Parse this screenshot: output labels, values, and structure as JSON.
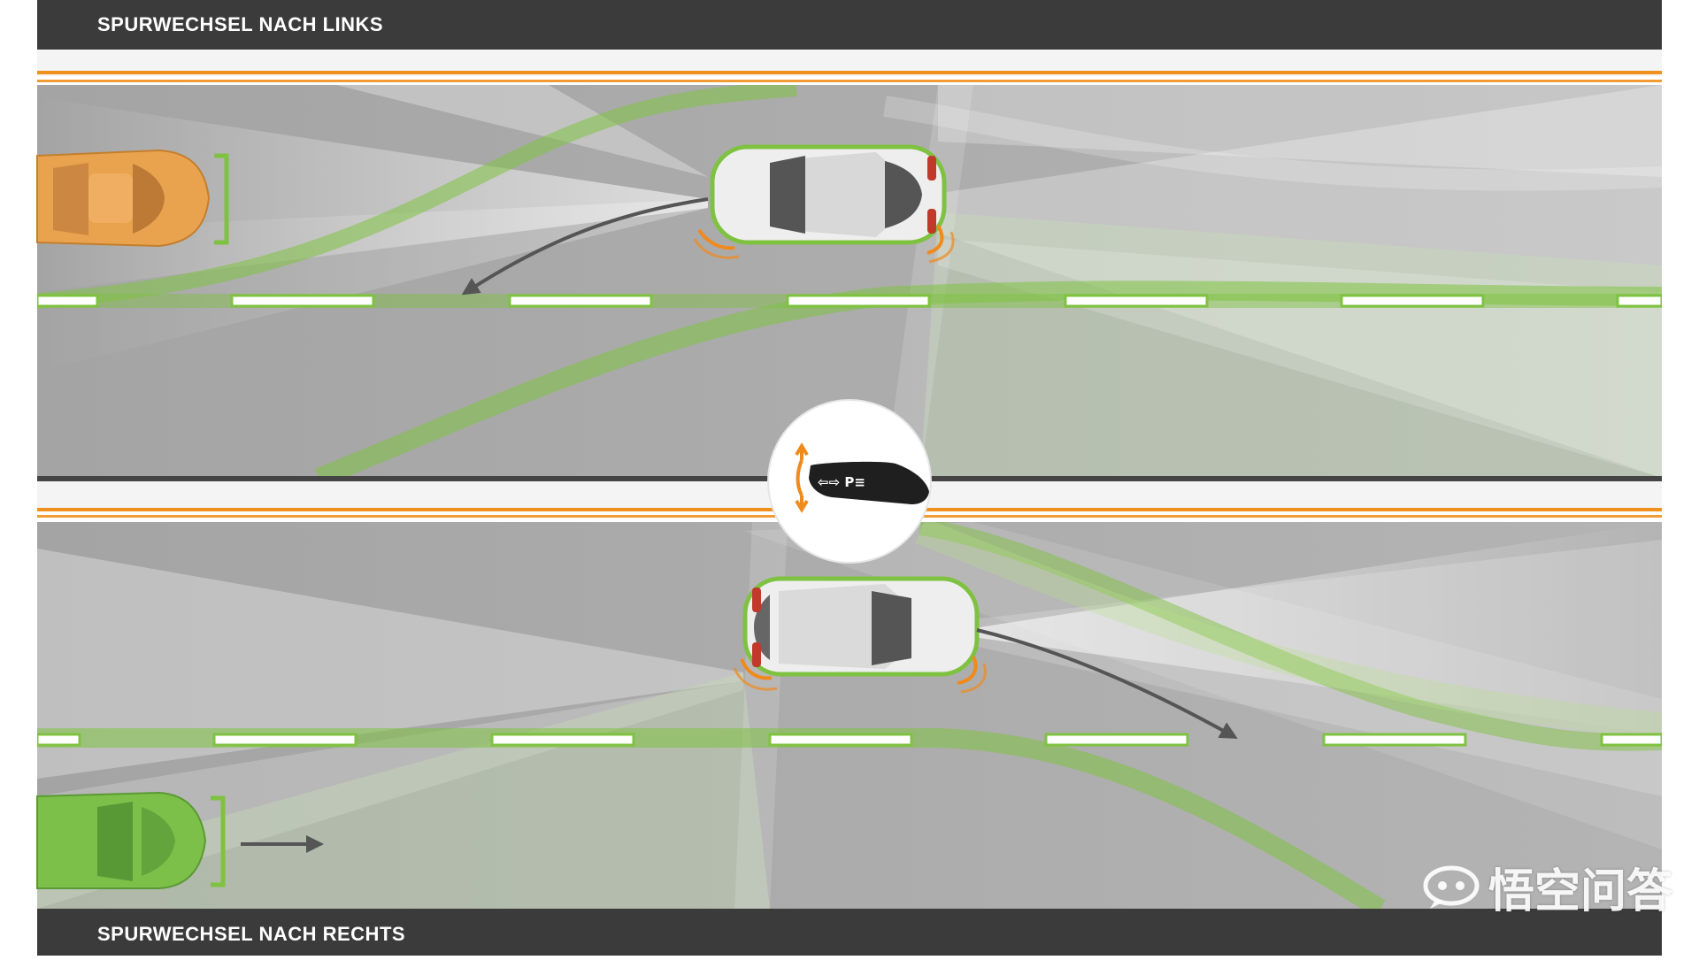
{
  "header": {
    "title_top": "SPURWECHSEL NACH LINKS",
    "title_bottom": "SPURWECHSEL NACH RECHTS"
  },
  "lever": {
    "label": "⇦⇨ P≡"
  },
  "watermark": {
    "text": "悟空问答"
  },
  "colors": {
    "bar": "#3b3b3b",
    "road": "#a9a9a9",
    "lane_green": "#7fc241",
    "boundary_orange": "#f0901e",
    "radar_orange": "#f08a1c",
    "car_orange": "#e9a24e",
    "car_green": "#7cc04a"
  },
  "icons": {
    "watermark_logo": "speech-bubble-logo-icon",
    "arrow": "arrow-icon"
  }
}
